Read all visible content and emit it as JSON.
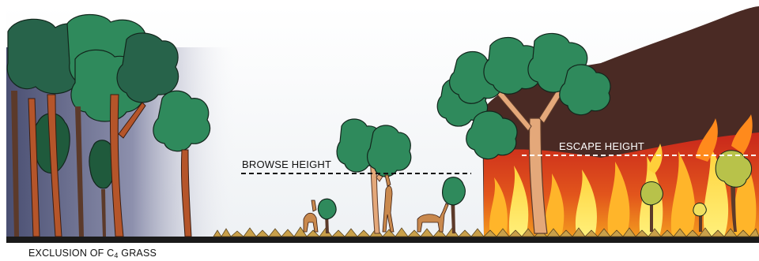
{
  "labels": {
    "browse_height": "BROWSE HEIGHT",
    "escape_height": "ESCAPE HEIGHT",
    "caption_prefix": "EXCLUSION OF C",
    "caption_subscript": "4",
    "caption_suffix": " GRASS"
  },
  "colors": {
    "forest_shade": "#4a4f72",
    "canopy_dark": "#27634a",
    "canopy_mid": "#2f8a5c",
    "trunk_forest": "#b5552a",
    "trunk_savanna": "#e4a87a",
    "smoke": "#4a2a24",
    "fire_red": "#c8261b",
    "fire_orange": "#f08a1c",
    "fire_yellow": "#ffe14a",
    "grass": "#c9a04a",
    "ground": "#1a1a1a"
  }
}
